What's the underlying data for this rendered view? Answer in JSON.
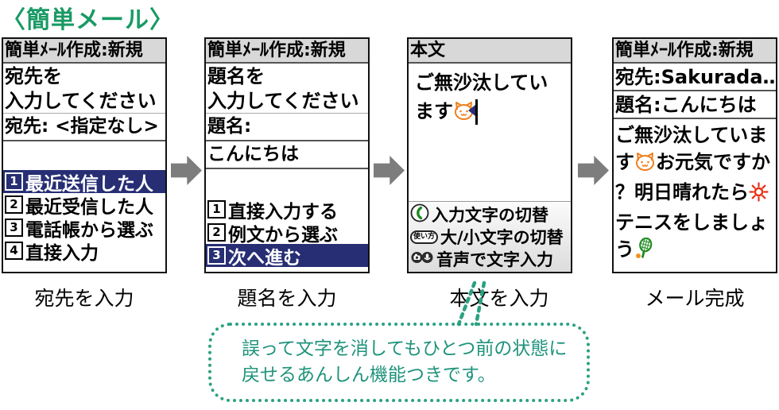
{
  "title": "〈簡単メール〉",
  "colors": {
    "title_green": "#1a9a64",
    "selection_navy": "#272e74",
    "header_gray": "#d8d8d8",
    "arrow_gray": "#7d7d7d",
    "bubble_teal": "#2aa181",
    "bubble_text_teal": "#1e937c",
    "cat_orange": "#ef7f1f",
    "sun_red": "#e83010",
    "racket_green": "#1e8a1e"
  },
  "screens": [
    {
      "name": "address-step",
      "header": "簡単ﾒｰﾙ作成:新規",
      "lines": [
        "宛先を",
        "入力してください"
      ],
      "field": "宛先: <指定なし>",
      "menu": [
        {
          "num": "1",
          "label": "最近送信した人",
          "selected": true
        },
        {
          "num": "2",
          "label": "最近受信した人",
          "selected": false
        },
        {
          "num": "3",
          "label": "電話帳から選ぶ",
          "selected": false
        },
        {
          "num": "4",
          "label": "直接入力",
          "selected": false
        }
      ],
      "caption": "宛先を入力"
    },
    {
      "name": "subject-step",
      "header": "簡単ﾒｰﾙ作成:新規",
      "lines": [
        "題名を",
        "入力してください"
      ],
      "fields": [
        "題名:",
        "こんにちは"
      ],
      "menu": [
        {
          "num": "1",
          "label": "直接入力する",
          "selected": false
        },
        {
          "num": "2",
          "label": "例文から選ぶ",
          "selected": false
        },
        {
          "num": "3",
          "label": "次へ進む",
          "selected": true
        }
      ],
      "caption": "題名を入力"
    },
    {
      "name": "body-step",
      "header": "本文",
      "body_lines": [
        "ご無沙汰してい",
        "ます"
      ],
      "body_icon": "cat-emoji",
      "hints": [
        {
          "icon": "phone-call-key-icon",
          "label": "入力文字の切替"
        },
        {
          "icon": "tsukaikata-key-icon",
          "key_label": "使い方",
          "label": "大/小文字の切替"
        },
        {
          "icon": "camera-voice-key-icon",
          "label": "音声で文字入力"
        }
      ],
      "caption": "本文を入力"
    },
    {
      "name": "complete-step",
      "header": "簡単ﾒｰﾙ作成:新規",
      "fields": [
        "宛先:Sakurada…",
        "題名:こんにちは"
      ],
      "body_parts": [
        "ご無沙汰しています",
        "お元気ですか？明日晴れたら",
        "テニスをしましょう"
      ],
      "body_icons": [
        "cat-emoji",
        "sun-emoji",
        "tennis-racket-emoji"
      ],
      "caption": "メール完成"
    }
  ],
  "bubble": {
    "lines": [
      "誤って文字を消してもひとつ前の状態に",
      "戻せるあんしん機能つきです。"
    ]
  }
}
